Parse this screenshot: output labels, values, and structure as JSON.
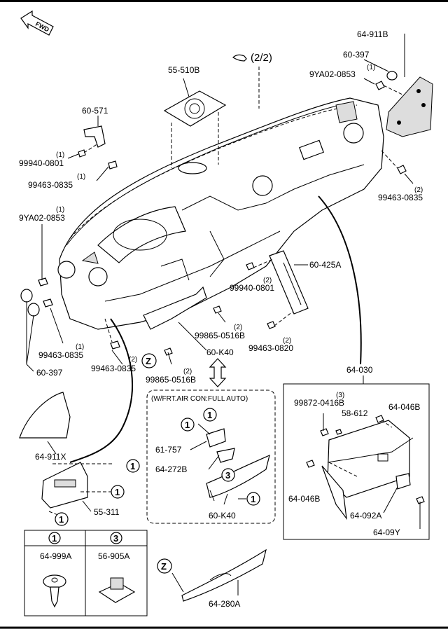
{
  "fwd_arrow": {
    "label": "FWD"
  },
  "continuation": {
    "label": "(2/2)"
  },
  "callouts": {
    "c64_911B": "64-911B",
    "c60_397_top": "60-397",
    "q1_a": "(1)",
    "c9YA02_0853_top": "9YA02-0853",
    "c55_510B": "55-510B",
    "c60_571": "60-571",
    "q1_b": "(1)",
    "c99940_0801_left": "99940-0801",
    "q1_c": "(1)",
    "c99463_0835_upper": "99463-0835",
    "q2_a": "(2)",
    "c99463_0835_right": "99463-0835",
    "q1_d": "(1)",
    "c9YA02_0853_left": "9YA02-0853",
    "c60_425A": "60-425A",
    "q2_b": "(2)",
    "c99940_0801_mid": "99940-0801",
    "q2_c": "(2)",
    "c99865_0516B_mid": "99865-0516B",
    "q2_d": "(2)",
    "c99463_0820": "99463-0820",
    "q1_e": "(1)",
    "c99463_0835_lowleft": "99463-0835",
    "q2_e": "(2)",
    "c99463_0835_low": "99463-0835",
    "c60_K40_top": "60-K40",
    "c60_397_left": "60-397",
    "q2_f": "(2)",
    "c99865_0516B_low": "99865-0516B",
    "c64_030": "64-030",
    "q3_a": "(3)",
    "c99872_0416B": "99872-0416B",
    "c58_612": "58-612",
    "c64_046B_top": "64-046B",
    "c64_046B_low": "64-046B",
    "c64_092A": "64-092A",
    "c64_09Y": "64-09Y",
    "c64_911X": "64-911X",
    "c55_311": "55-311",
    "c61_757": "61-757",
    "c64_272B": "64-272B",
    "c60_K40_box": "60-K40",
    "c64_280A": "64-280A"
  },
  "ref_markers": {
    "z_mid": "Z",
    "z_low": "Z",
    "m1": "1",
    "m3": "3"
  },
  "inset_box": {
    "title": "(W/FRT.AIR CON:FULL AUTO)"
  },
  "legend": {
    "col1_marker": "1",
    "col1_part": "64-999A",
    "col2_marker": "3",
    "col2_part": "56-905A"
  }
}
